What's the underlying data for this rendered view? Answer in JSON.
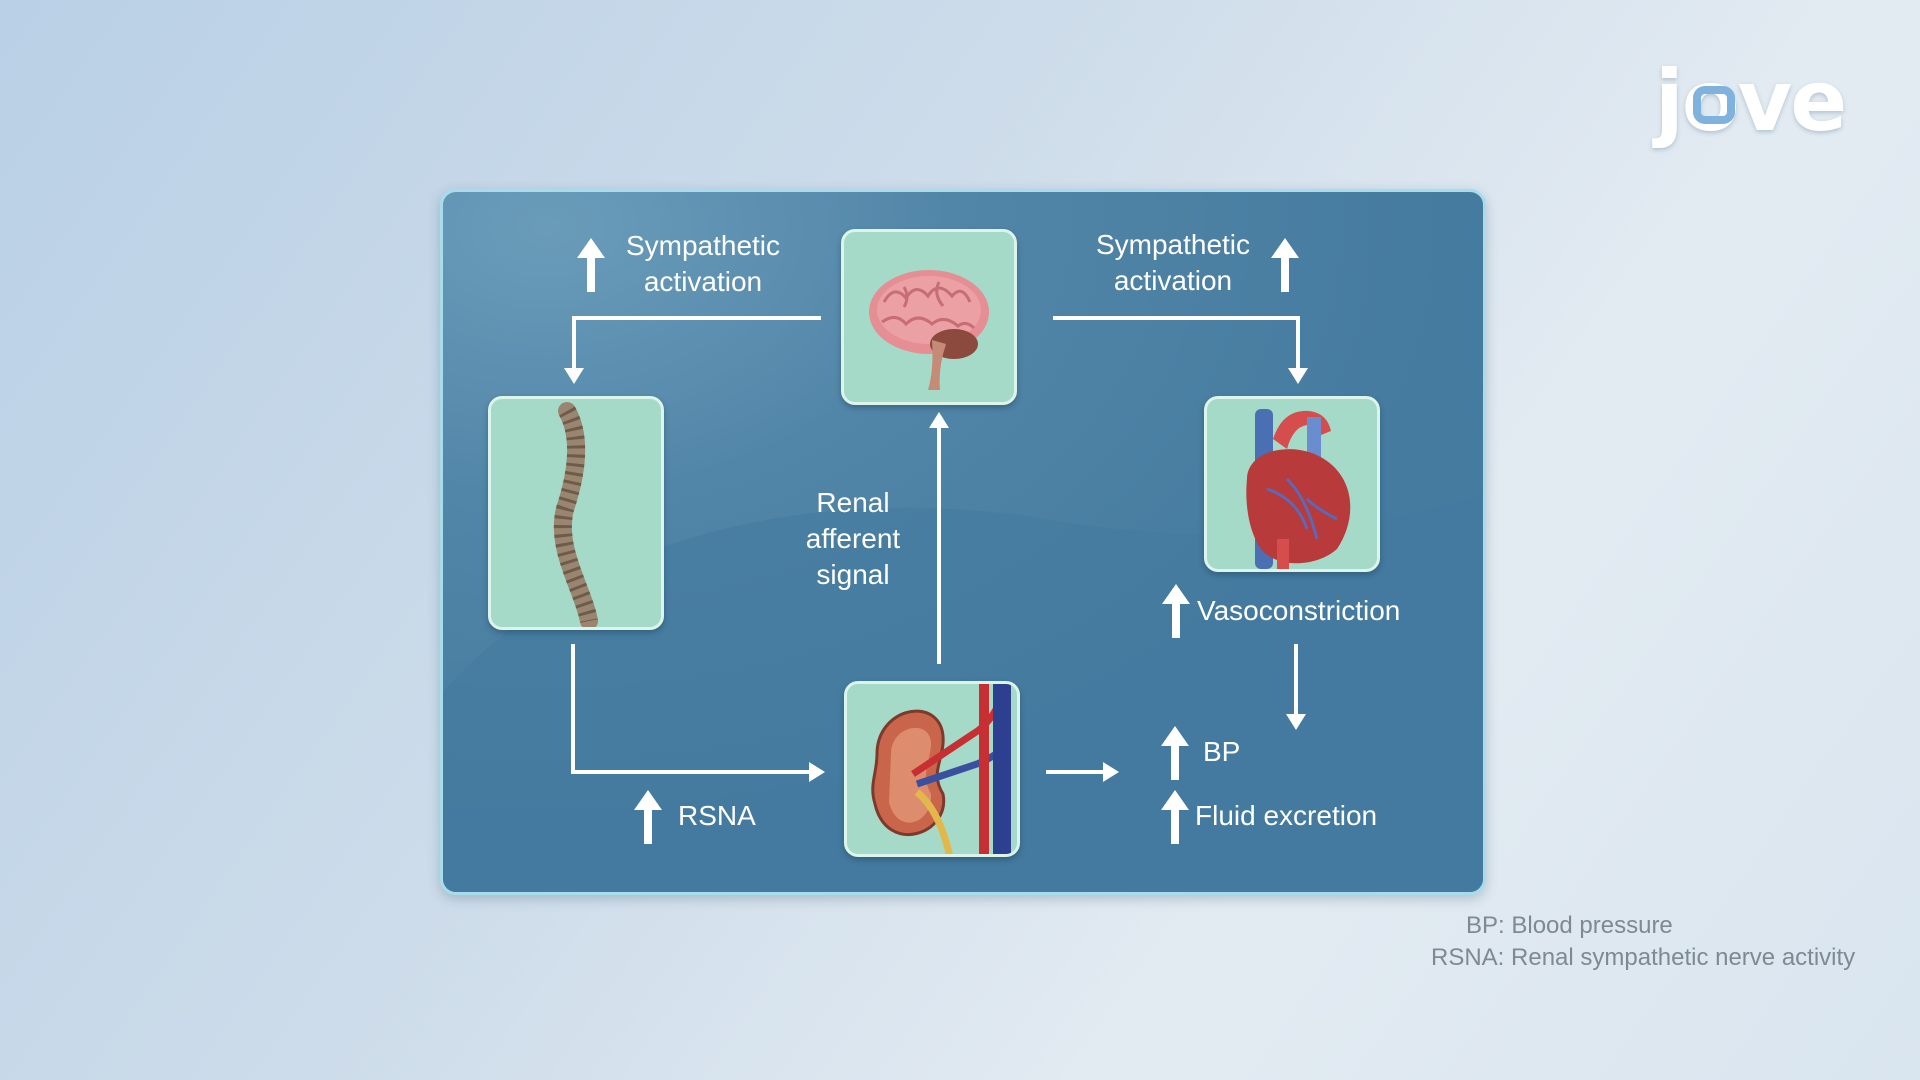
{
  "logo": {
    "text": "jove"
  },
  "diagram": {
    "labels": {
      "sympathetic_left_1": "Sympathetic",
      "sympathetic_left_2": "activation",
      "sympathetic_right_1": "Sympathetic",
      "sympathetic_right_2": "activation",
      "renal_1": "Renal",
      "renal_2": "afferent",
      "renal_3": "signal",
      "vasoconstriction": "Vasoconstriction",
      "rsna": "RSNA",
      "bp": "BP",
      "fluid_excretion": "Fluid excretion"
    },
    "tiles": [
      "brain",
      "spine",
      "heart",
      "kidney"
    ]
  },
  "legend": {
    "bp": "BP: Blood pressure",
    "rsna": "RSNA: Renal sympathetic nerve activity"
  },
  "colors": {
    "panel": "#457b9f",
    "panel_border": "#a7ddeb",
    "tile": "#a5d9c8",
    "text": "#ffffff"
  }
}
